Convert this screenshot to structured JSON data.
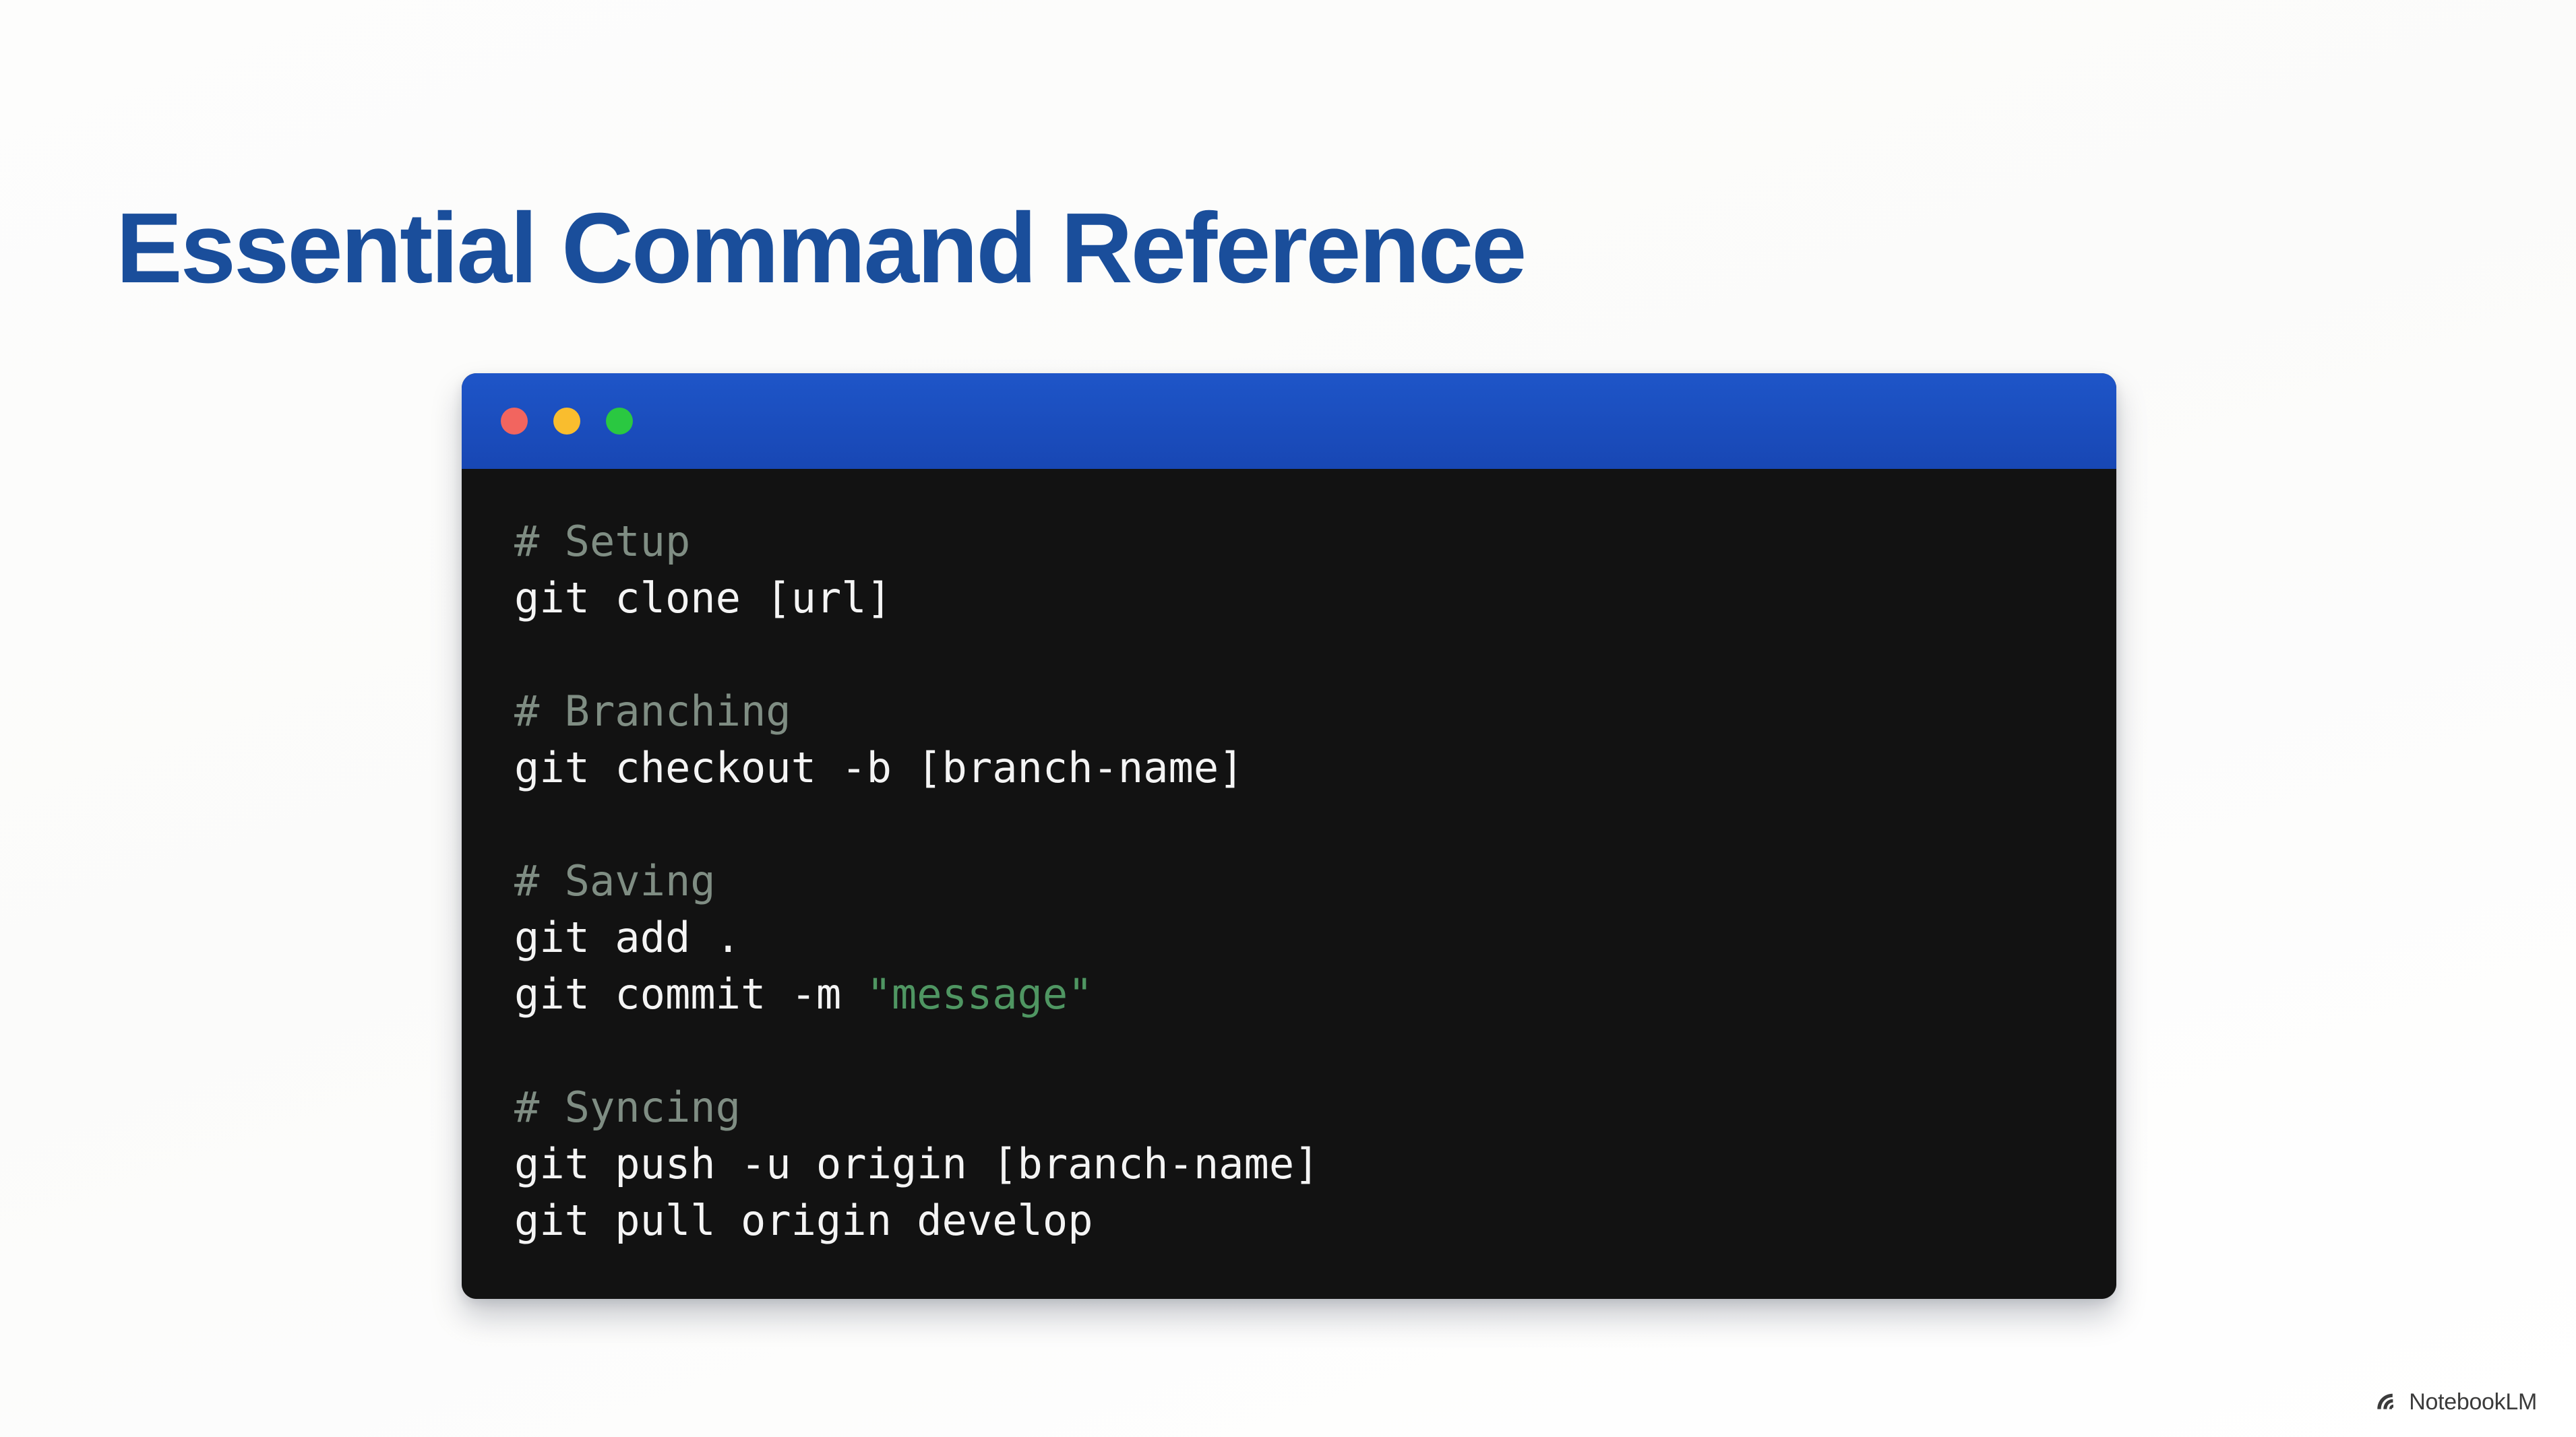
{
  "slide": {
    "title": "Essential Command Reference",
    "title_color": "#1a4e9b",
    "background_color": "#fdfdfc"
  },
  "terminal": {
    "titlebar_color": "#1a4fc0",
    "body_color": "#121212",
    "buttons": [
      {
        "name": "close",
        "color": "#f2655f"
      },
      {
        "name": "minimize",
        "color": "#f9bd2e"
      },
      {
        "name": "maximize",
        "color": "#2ac841"
      }
    ],
    "comment_color": "#7f8d83",
    "text_color": "#f4f4f4",
    "string_color": "#4f9662",
    "blocks": [
      {
        "comment": "# Setup",
        "lines": [
          {
            "pre": "git clone [url]",
            "string": "",
            "post": ""
          }
        ]
      },
      {
        "comment": "# Branching",
        "lines": [
          {
            "pre": "git checkout -b [branch-name]",
            "string": "",
            "post": ""
          }
        ]
      },
      {
        "comment": "# Saving",
        "lines": [
          {
            "pre": "git add .",
            "string": "",
            "post": ""
          },
          {
            "pre": "git commit -m ",
            "string": "\"message\"",
            "post": ""
          }
        ]
      },
      {
        "comment": "# Syncing",
        "lines": [
          {
            "pre": "git push -u origin [branch-name]",
            "string": "",
            "post": ""
          },
          {
            "pre": "git pull origin develop",
            "string": "",
            "post": ""
          }
        ]
      }
    ]
  },
  "watermark": {
    "icon": "notebooklm-logo-icon",
    "label": "NotebookLM"
  }
}
